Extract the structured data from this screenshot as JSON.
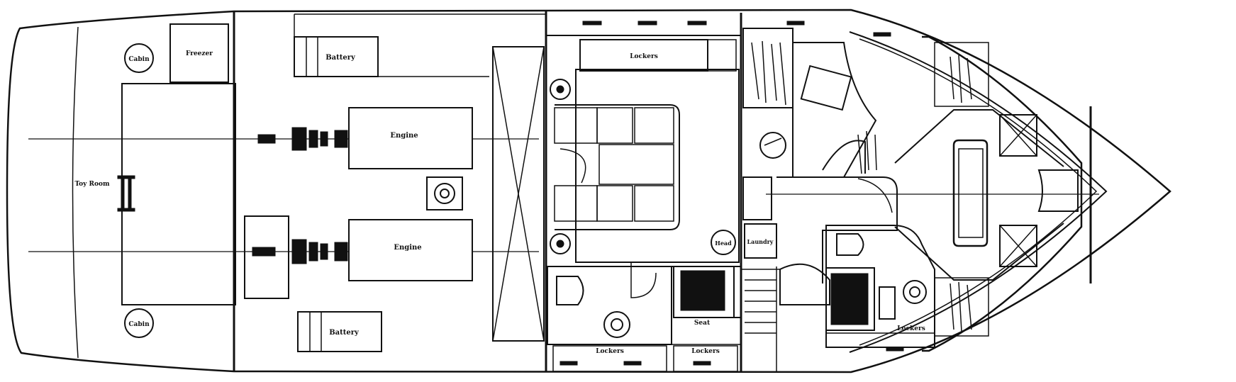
{
  "labels": {
    "cabin": "Cabin",
    "freezer": "Freezer",
    "battery": "Battery",
    "engine": "Engine",
    "toy_room": "Toy Room",
    "lockers": "Lockers",
    "head": "Head",
    "laundry": "Laundry",
    "seat": "Seat"
  },
  "colors": {
    "ink": "#111111",
    "paper": "#ffffff"
  }
}
